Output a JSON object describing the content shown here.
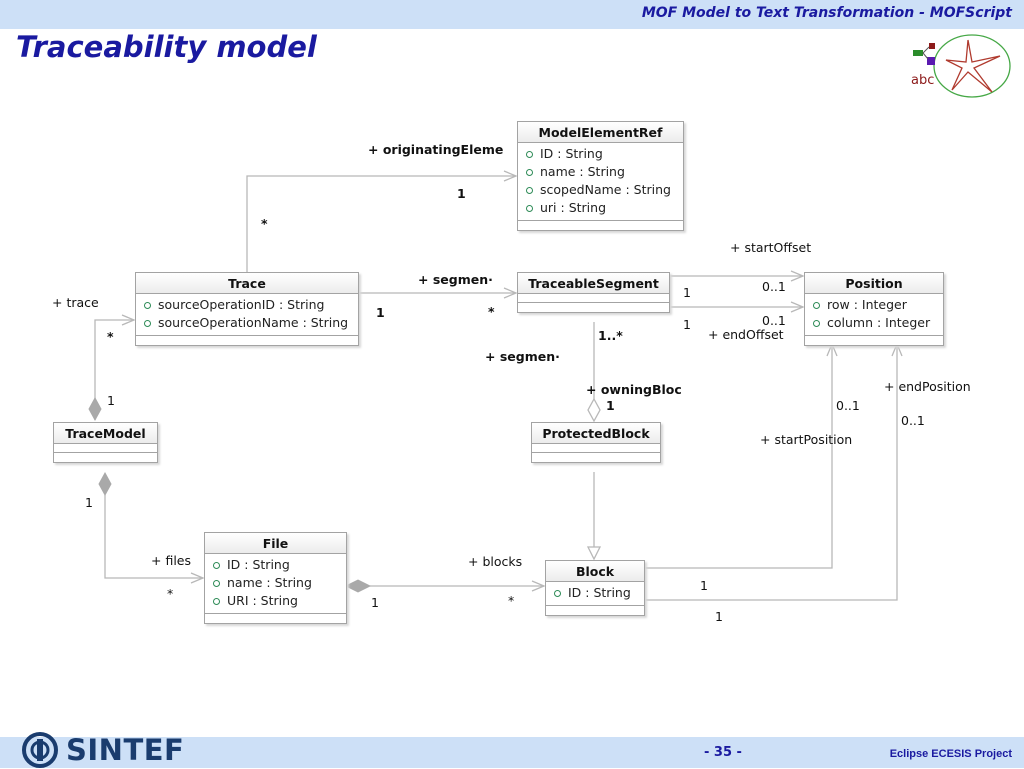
{
  "header": {
    "title": "MOF Model to Text Transformation - MOFScript"
  },
  "slide": {
    "title": "Traceability model"
  },
  "logo": {
    "text": "abc"
  },
  "classes": {
    "modelElementRef": {
      "name": "ModelElementRef",
      "attrs": [
        "ID : String",
        "name : String",
        "scopedName : String",
        "uri : String"
      ]
    },
    "trace": {
      "name": "Trace",
      "attrs": [
        "sourceOperationID : String",
        "sourceOperationName : String"
      ]
    },
    "traceableSegment": {
      "name": "TraceableSegment",
      "attrs": []
    },
    "position": {
      "name": "Position",
      "attrs": [
        "row : Integer",
        "column : Integer"
      ]
    },
    "traceModel": {
      "name": "TraceModel",
      "attrs": []
    },
    "protectedBlock": {
      "name": "ProtectedBlock",
      "attrs": []
    },
    "file": {
      "name": "File",
      "attrs": [
        "ID : String",
        "name : String",
        "URI : String"
      ]
    },
    "block": {
      "name": "Block",
      "attrs": [
        "ID : String"
      ]
    }
  },
  "labels": {
    "originating": "+ originatingEleme",
    "originating_mult_1": "1",
    "originating_mult_star": "*",
    "trace_role": "+ trace",
    "trace_star": "*",
    "trace_1": "1",
    "segmen_top": "+ segmen·",
    "segmen_1": "1",
    "segmen_star": "*",
    "start_offset": "+ startOffset",
    "start_offset_1": "1",
    "start_offset_01": "0..1",
    "end_offset": "+ endOffset",
    "end_offset_1": "1",
    "end_offset_01": "0..1",
    "segmen_mid": "+ segmen·",
    "one_many": "1..*",
    "owning_block": "+ owningBloc",
    "owning_1": "1",
    "start_position": "+ startPosition",
    "start_position_01": "0..1",
    "end_position": "+ endPosition",
    "end_position_01": "0..1",
    "files_role": "+ files",
    "files_1": "1",
    "files_star": "*",
    "blocks_role": "+ blocks",
    "blocks_1": "1",
    "blocks_star": "*",
    "block_start_1": "1",
    "block_end_1": "1"
  },
  "footer": {
    "org": "SINTEF",
    "page": "- 35 -",
    "project": "Eclipse ECESIS Project"
  }
}
